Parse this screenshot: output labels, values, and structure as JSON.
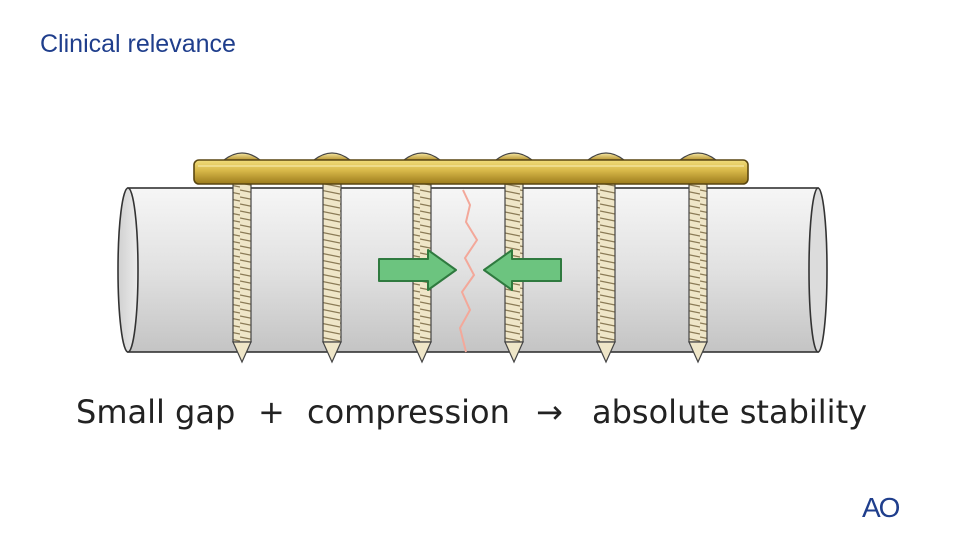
{
  "slide": {
    "title": "Clinical relevance"
  },
  "diagram": {
    "plate_screw_count": 6,
    "bone_color": "#e2e2e2",
    "plate_color": "#c9a93a",
    "screw_color": "#e7dcb5",
    "fracture_line_color": "#f3a89a",
    "arrow_color": "#66c17a"
  },
  "equation": {
    "term1": "Small gap",
    "plus": "+",
    "term2": "compression",
    "arrow": "→",
    "result": "absolute stability"
  },
  "logo": {
    "text": "AO"
  }
}
